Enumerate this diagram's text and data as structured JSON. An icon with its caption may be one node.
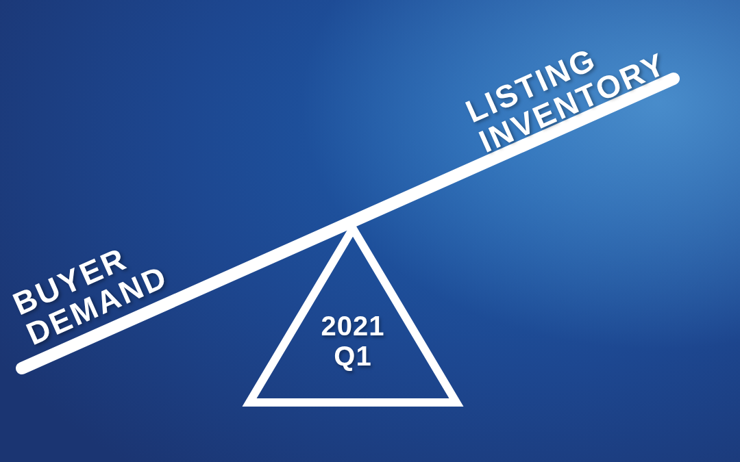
{
  "diagram": {
    "nodes": [
      {
        "text": [
          "2021 Q1"
        ]
      }
    ],
    "labels": [
      "BUYER DEMAND",
      "LISTING INVENTORY"
    ]
  }
}
